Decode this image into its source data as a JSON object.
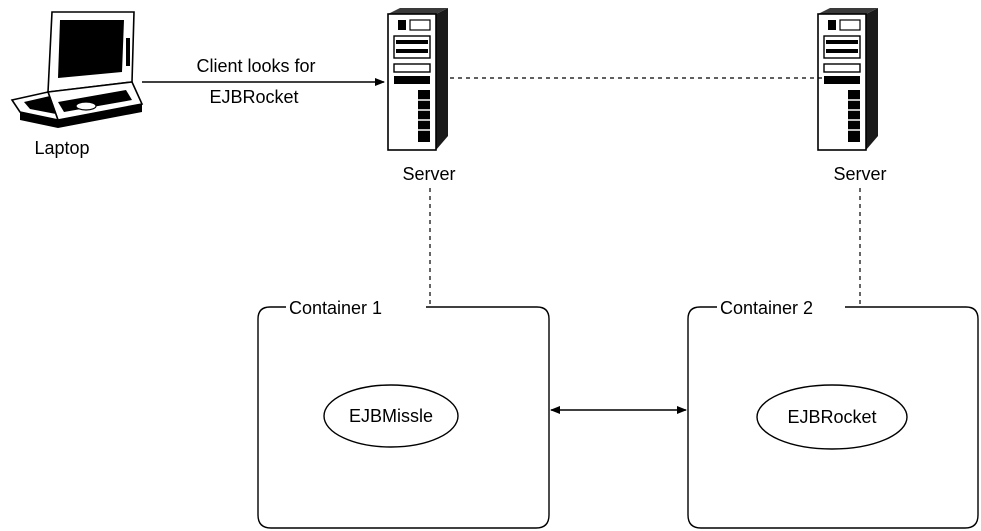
{
  "laptop": {
    "label": "Laptop"
  },
  "request": {
    "line1": "Client looks for",
    "line2": "EJBRocket"
  },
  "servers": [
    {
      "label": "Server"
    },
    {
      "label": "Server"
    }
  ],
  "containers": [
    {
      "label": "Container 1",
      "bean": "EJBMissle"
    },
    {
      "label": "Container 2",
      "bean": "EJBRocket"
    }
  ]
}
